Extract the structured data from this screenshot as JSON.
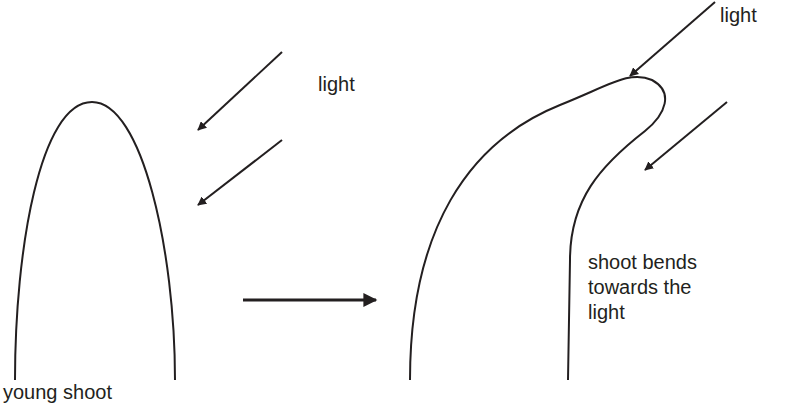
{
  "diagram": {
    "labels": [
      "light",
      "young shoot",
      "light",
      "shoot bends towards the light"
    ]
  }
}
